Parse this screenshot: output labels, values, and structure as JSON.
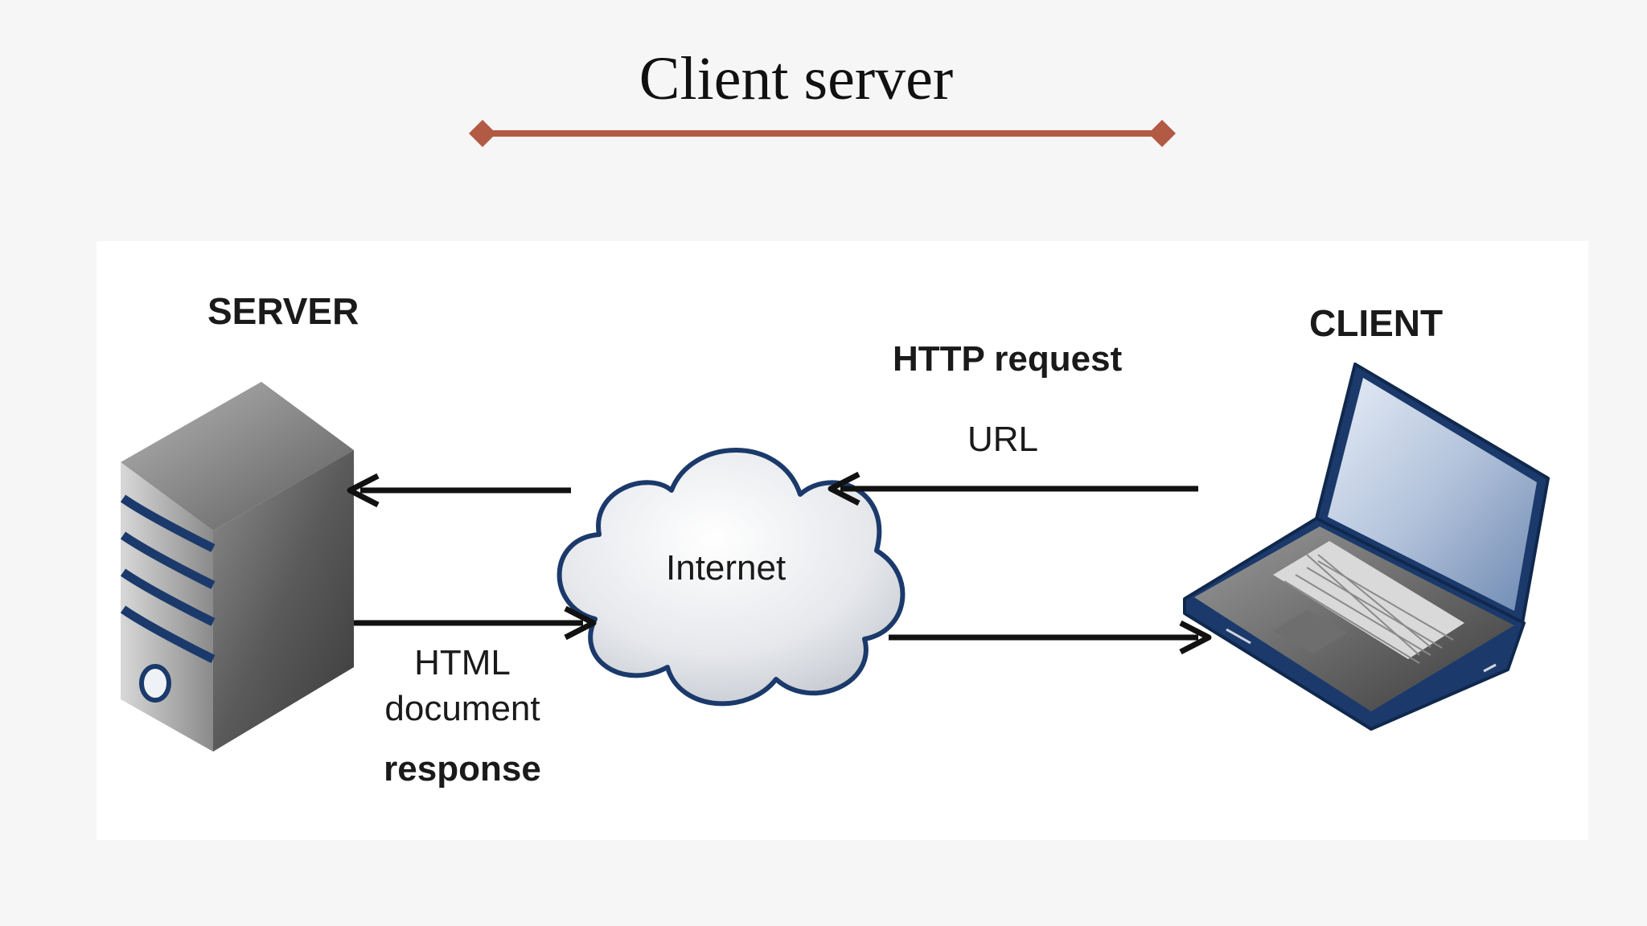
{
  "title": "Client server",
  "colors": {
    "accent_rule": "#b35a44",
    "navy": "#1b3a6b",
    "arrow": "#111111"
  },
  "icons": {
    "server": "server-tower-icon",
    "client": "laptop-icon",
    "network": "cloud-icon"
  },
  "diagram": {
    "server_label": "SERVER",
    "client_label": "CLIENT",
    "request_label": "HTTP request",
    "url_label": "URL",
    "internet_label": "Internet",
    "html_label": "HTML",
    "document_label": "document",
    "response_label": "response"
  }
}
